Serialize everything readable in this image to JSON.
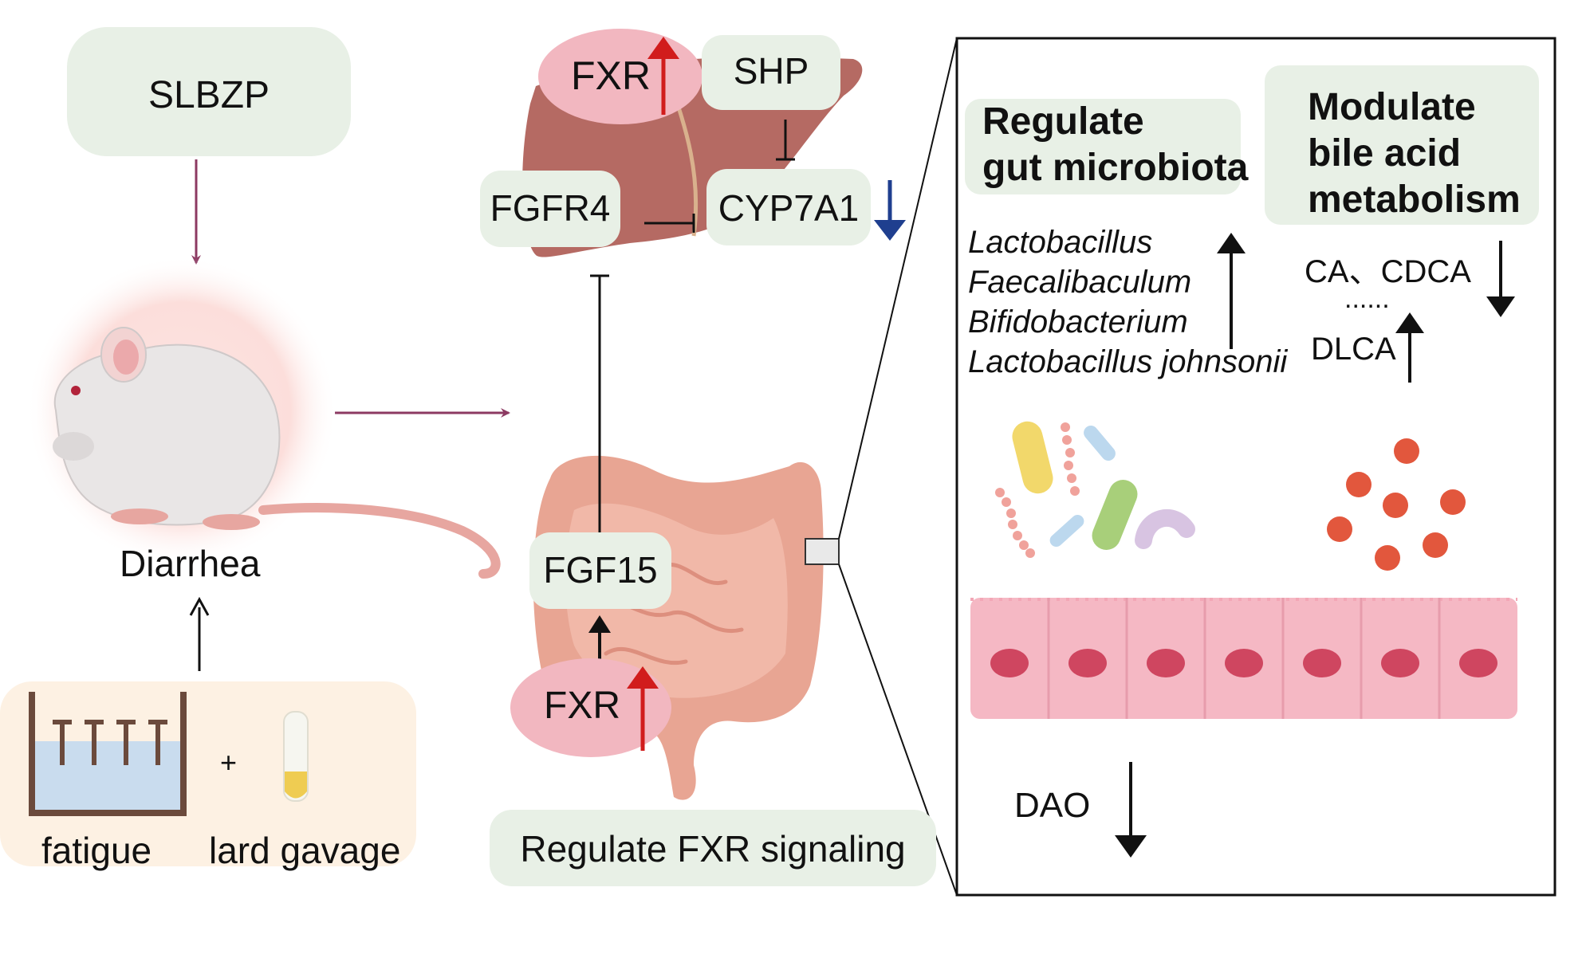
{
  "treatment": "SLBZP",
  "model": {
    "condition": "Diarrhea",
    "inducer_left": "fatigue",
    "plus_sign": "+",
    "inducer_right": "lard gavage"
  },
  "liver": {
    "fxr": "FXR",
    "shp": "SHP",
    "fgfr4": "FGFR4",
    "cyp7a1": "CYP7A1"
  },
  "intestine": {
    "fgf15": "FGF15",
    "fxr": "FXR"
  },
  "fxr_caption": "Regulate FXR signaling",
  "panel": {
    "microbiota_title_line1": "Regulate",
    "microbiota_title_line2": "gut microbiota",
    "bile_title_line1": "Modulate",
    "bile_title_line2": "bile acid",
    "bile_title_line3": "metabolism",
    "bacteria": [
      "Lactobacillus",
      "Faecalibaculum",
      "Bifidobacterium",
      "Lactobacillus johnsonii"
    ],
    "bile_down": "CA、CDCA",
    "bile_dots": "......",
    "bile_up": "DLCA",
    "dao": "DAO"
  },
  "colors": {
    "up_arrow": "#d11c1c",
    "down_arrow_cyp": "#1f3f8f",
    "label_box": "#e8f0e6",
    "fxr_oval": "#f2b7c0",
    "flow_arrow": "#8c3a62"
  }
}
